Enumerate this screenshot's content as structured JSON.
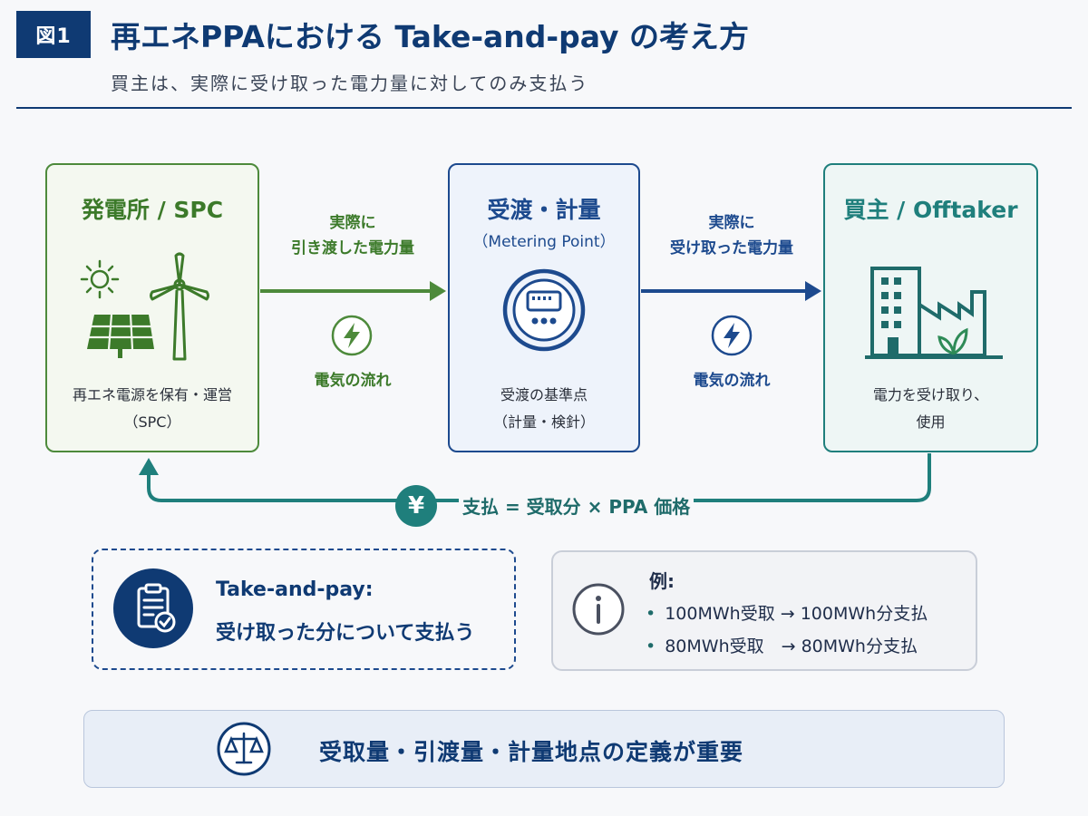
{
  "header": {
    "badge": "図1",
    "title": "再エネPPAにおける Take-and-pay の考え方",
    "subtitle": "買主は、実際に受け取った電力量に対してのみ支払う"
  },
  "nodes": {
    "spc": {
      "title": "発電所 / SPC",
      "desc_line1": "再エネ電源を保有・運営",
      "desc_line2": "（SPC）",
      "color": "#4d8a3b"
    },
    "meter": {
      "title": "受渡・計量",
      "subtitle": "（Metering Point）",
      "desc_line1": "受渡の基準点",
      "desc_line2": "（計量・検針）",
      "color": "#1d4a8e"
    },
    "offtaker": {
      "title": "買主 / Offtaker",
      "desc_line1": "電力を受け取り、",
      "desc_line2": "使用",
      "color": "#1f7f7c"
    }
  },
  "arrows": {
    "spc_to_meter": {
      "line1": "実際に",
      "line2": "引き渡した電力量",
      "flow": "電気の流れ"
    },
    "meter_to_offtaker": {
      "line1": "実際に",
      "line2": "受け取った電力量",
      "flow": "電気の流れ"
    }
  },
  "payment": {
    "symbol": "¥",
    "formula": "支払 = 受取分 × PPA 価格"
  },
  "take_and_pay": {
    "title": "Take-and-pay:",
    "subtitle": "受け取った分について支払う"
  },
  "example": {
    "title": "例:",
    "items": [
      "100MWh受取 → 100MWh分支払",
      "80MWh受取　→ 80MWh分支払"
    ]
  },
  "footer": {
    "text": "受取量・引渡量・計量地点の定義が重要"
  },
  "icons": {
    "sun": "sun-icon",
    "solar": "solar-panel-icon",
    "wind": "wind-turbine-icon",
    "meter": "electric-meter-icon",
    "factory": "building-factory-icon",
    "bolt": "lightning-bolt-icon",
    "yen": "yen-icon",
    "clipboard": "clipboard-check-icon",
    "info": "info-icon",
    "scale": "scale-icon"
  }
}
